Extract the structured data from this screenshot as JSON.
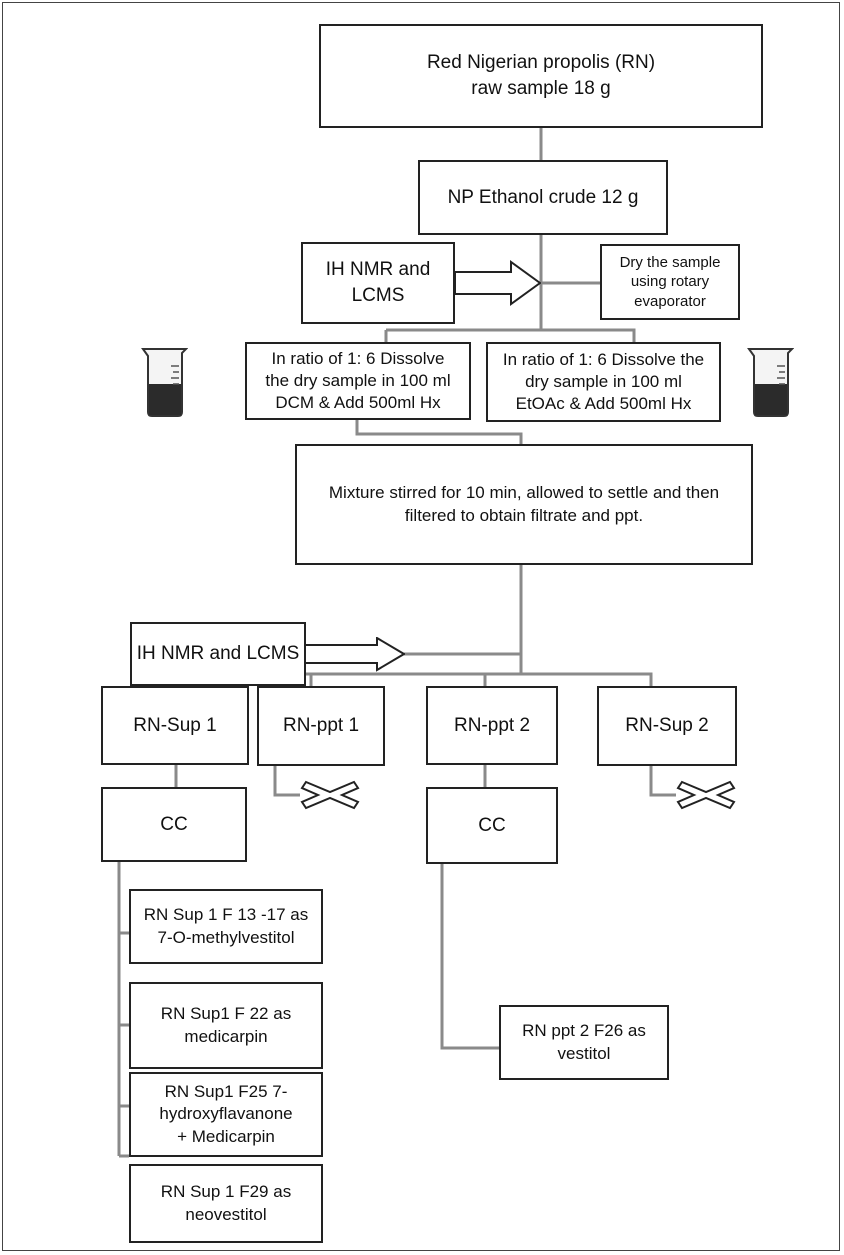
{
  "diagram": {
    "title_box": "Red Nigerian propolis (RN)\nraw sample 18 g",
    "crude_box": "NP Ethanol crude 12 g",
    "analysis_top": "IH NMR and\nLCMS",
    "dry_box": "Dry the sample\nusing rotary\nevaporator",
    "dcm_box": "In ratio of 1: 6 Dissolve\nthe dry sample in 100 ml\nDCM & Add 500ml Hx",
    "etoac_box": "In ratio of 1: 6 Dissolve the\ndry sample in 100 ml\nEtOAc & Add 500ml Hx",
    "mixture_box": "Mixture stirred for 10 min, allowed to settle and then\nfiltered to obtain filtrate and ppt.",
    "analysis_mid": "IH NMR and LCMS",
    "rn_sup1": "RN-Sup 1",
    "rn_ppt1": "RN-ppt 1",
    "rn_ppt2": "RN-ppt 2",
    "rn_sup2": "RN-Sup 2",
    "cc_left": "CC",
    "cc_right": "CC",
    "frac_1": "RN Sup 1 F 13 -17 as\n7-O-methylvestitol",
    "frac_2": "RN Sup1 F 22 as\nmedicarpin",
    "frac_3": "RN  Sup1 F25 7-\nhydroxyflavanone\n+ Medicarpin",
    "frac_4": "RN Sup 1 F29 as\nneovestitol",
    "frac_ppt2": "RN ppt 2 F26 as\nvestitol"
  },
  "colors": {
    "line": "#8a8a8a",
    "border": "#222222",
    "beaker_liquid": "#2b2b2b"
  },
  "icons": [
    "beaker-icon",
    "discard-cross-icon"
  ]
}
